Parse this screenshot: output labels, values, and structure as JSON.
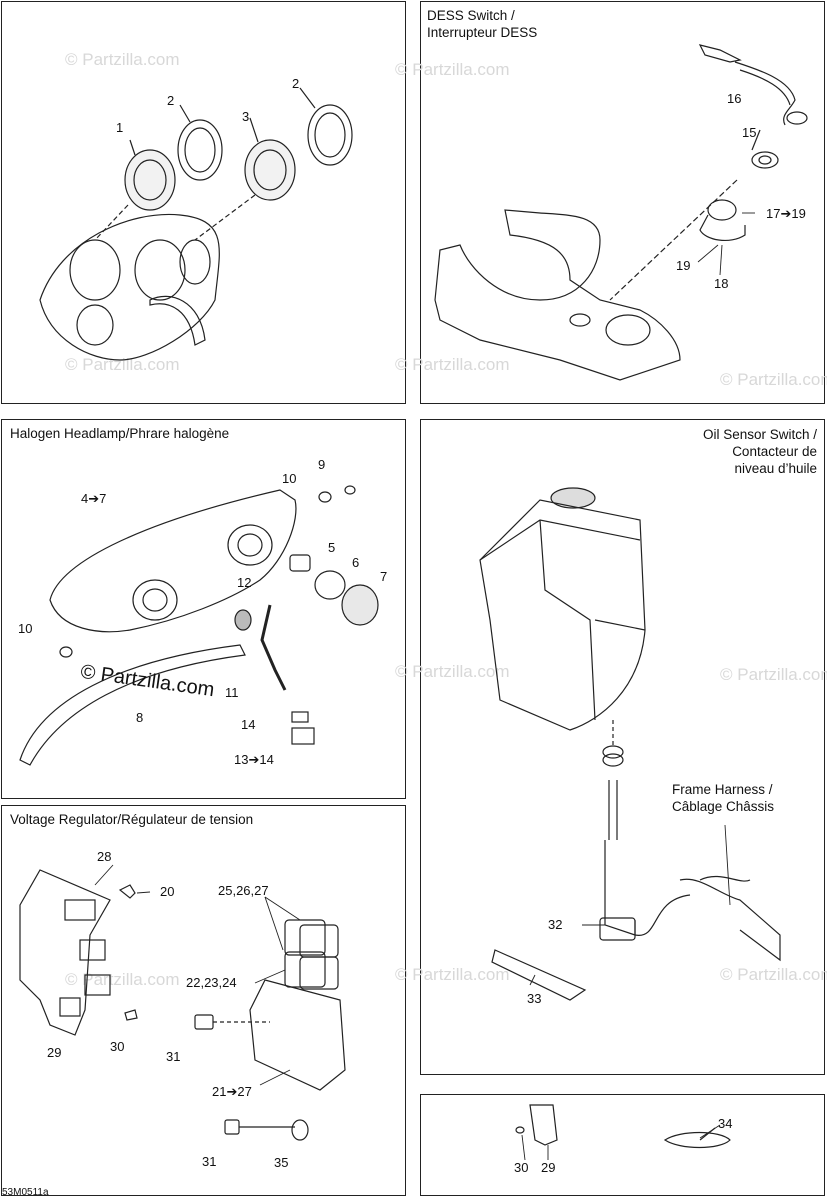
{
  "panels": {
    "gauges": {
      "callouts": [
        "1",
        "2",
        "3",
        "2"
      ]
    },
    "dess": {
      "title": "DESS Switch /\nInterrupteur DESS",
      "callouts": [
        "16",
        "15",
        "17➔19",
        "19",
        "18"
      ]
    },
    "headlamp": {
      "title": "Halogen Headlamp/Phrare halogène",
      "callouts": [
        "9",
        "10",
        "4➔7",
        "5",
        "6",
        "7",
        "12",
        "10",
        "11",
        "8",
        "14",
        "13➔14"
      ],
      "watermark": "© Partzilla.com"
    },
    "oil": {
      "title": "Oil Sensor Switch /\nContacteur de\nniveau d’huile",
      "harness_label": "Frame Harness /\nCâblage Châssis",
      "callouts": [
        "32",
        "33"
      ]
    },
    "regulator": {
      "title": "Voltage Regulator/Régulateur de tension",
      "callouts": [
        "28",
        "20",
        "25,26,27",
        "22,23,24",
        "29",
        "30",
        "31",
        "21➔27",
        "31",
        "35"
      ]
    },
    "fasteners": {
      "callouts": [
        "34",
        "30",
        "29"
      ]
    }
  },
  "watermark_text": "© Partzilla.com",
  "drawing_code": "53M0511a"
}
